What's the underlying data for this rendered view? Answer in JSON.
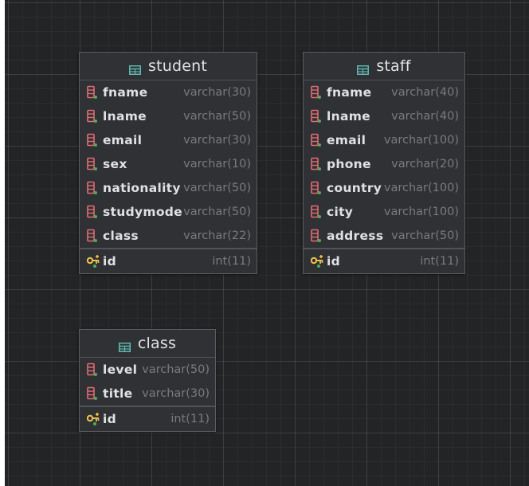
{
  "colors": {
    "canvas_bg": "#222426",
    "table_bg": "#2f3134",
    "table_border": "#5a5d61",
    "table_icon": "#5fb8b0",
    "column_icon": "#e06c75",
    "column_icon_dot": "#4caf50",
    "key_icon": "#f2c14e",
    "text": "#dfe1e5",
    "type_text": "#787b80"
  },
  "tables": {
    "student": {
      "name": "student",
      "icon": "table-icon",
      "columns": [
        {
          "name": "fname",
          "type": "varchar(30)",
          "icon": "column-icon"
        },
        {
          "name": "lname",
          "type": "varchar(50)",
          "icon": "column-icon"
        },
        {
          "name": "email",
          "type": "varchar(30)",
          "icon": "column-icon"
        },
        {
          "name": "sex",
          "type": "varchar(10)",
          "icon": "column-icon"
        },
        {
          "name": "nationality",
          "type": "varchar(50)",
          "icon": "column-icon"
        },
        {
          "name": "studymode",
          "type": "varchar(50)",
          "icon": "column-icon"
        },
        {
          "name": "class",
          "type": "varchar(22)",
          "icon": "column-icon"
        }
      ],
      "primary_key": {
        "name": "id",
        "type": "int(11)",
        "icon": "primary-key-icon"
      }
    },
    "staff": {
      "name": "staff",
      "icon": "table-icon",
      "columns": [
        {
          "name": "fname",
          "type": "varchar(40)",
          "icon": "column-icon"
        },
        {
          "name": "lname",
          "type": "varchar(40)",
          "icon": "column-icon"
        },
        {
          "name": "email",
          "type": "varchar(100)",
          "icon": "column-icon"
        },
        {
          "name": "phone",
          "type": "varchar(20)",
          "icon": "column-icon"
        },
        {
          "name": "country",
          "type": "varchar(100)",
          "icon": "column-icon"
        },
        {
          "name": "city",
          "type": "varchar(100)",
          "icon": "column-icon"
        },
        {
          "name": "address",
          "type": "varchar(50)",
          "icon": "column-icon"
        }
      ],
      "primary_key": {
        "name": "id",
        "type": "int(11)",
        "icon": "primary-key-icon"
      }
    },
    "class": {
      "name": "class",
      "icon": "table-icon",
      "columns": [
        {
          "name": "level",
          "type": "varchar(50)",
          "icon": "column-icon"
        },
        {
          "name": "title",
          "type": "varchar(30)",
          "icon": "column-icon"
        }
      ],
      "primary_key": {
        "name": "id",
        "type": "int(11)",
        "icon": "primary-key-icon"
      }
    }
  }
}
